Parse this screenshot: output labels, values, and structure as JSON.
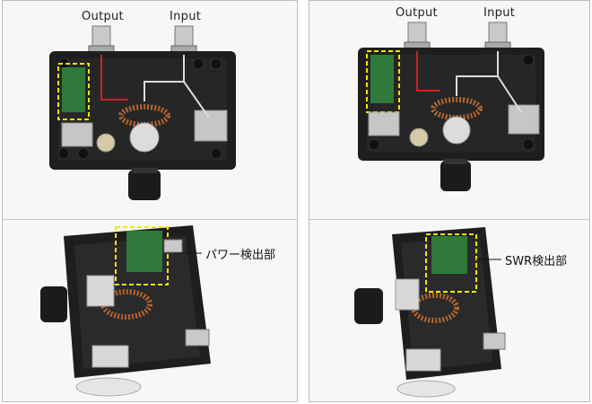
{
  "panels": [
    {
      "top_view": {
        "output_label": "Output",
        "input_label": "Input"
      },
      "side_view": {
        "callout_label": "パワー検出部"
      }
    },
    {
      "top_view": {
        "output_label": "Output",
        "input_label": "Input"
      },
      "side_view": {
        "callout_label": "SWR検出部"
      }
    }
  ],
  "colors": {
    "enclosure": "#1e1e1e",
    "highlight_dash": "#f2e600",
    "pcb": "#2f7a3a",
    "copper": "#b5652d",
    "background": "#f7f7f7"
  }
}
